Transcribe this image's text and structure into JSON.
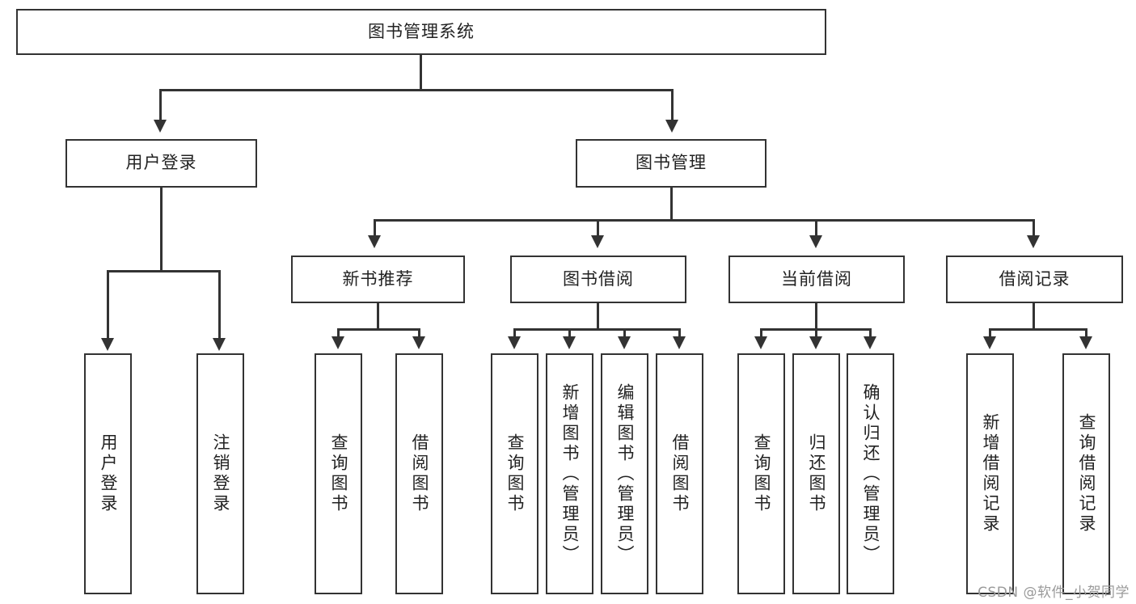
{
  "diagram": {
    "title": "图书管理系统",
    "type": "tree-hierarchy-chart",
    "root": {
      "label": "图书管理系统"
    },
    "level2": [
      {
        "label": "用户登录"
      },
      {
        "label": "图书管理"
      }
    ],
    "level3": [
      {
        "label": "新书推荐"
      },
      {
        "label": "图书借阅"
      },
      {
        "label": "当前借阅"
      },
      {
        "label": "借阅记录"
      }
    ],
    "leaves": {
      "user_login": [
        {
          "label": "用户登录"
        },
        {
          "label": "注销登录"
        }
      ],
      "new_book_recommend": [
        {
          "label": "查询图书"
        },
        {
          "label": "借阅图书"
        }
      ],
      "book_borrow": [
        {
          "label": "查询图书"
        },
        {
          "label": "新增图书（管理员）"
        },
        {
          "label": "编辑图书（管理员）"
        },
        {
          "label": "借阅图书"
        }
      ],
      "current_borrow": [
        {
          "label": "查询图书"
        },
        {
          "label": "归还图书"
        },
        {
          "label": "确认归还（管理员）"
        }
      ],
      "borrow_record": [
        {
          "label": "新增借阅记录"
        },
        {
          "label": "查询借阅记录"
        }
      ]
    }
  },
  "watermark": {
    "text": "CSDN @软件_小贺同学"
  },
  "colors": {
    "border": "#333333",
    "text": "#222222",
    "background": "#ffffff",
    "watermark": "#9a9a9a"
  }
}
